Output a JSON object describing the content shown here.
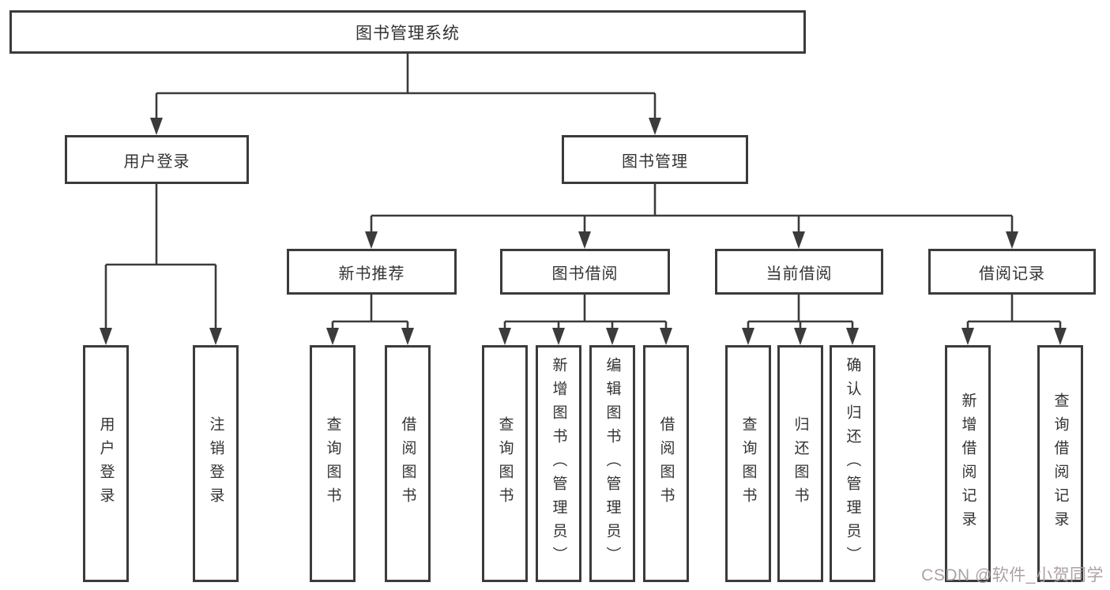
{
  "colors": {
    "line": "#3b3b3b",
    "box_border": "#3b3b3b",
    "text": "#333333",
    "watermark": "#a89d9d",
    "background": "#ffffff"
  },
  "watermark": "CSDN @软件_小贺同学",
  "diagram": {
    "root": {
      "label": "图书管理系统"
    },
    "level2": [
      {
        "label": "用户登录",
        "children": [
          {
            "label": "用户登录"
          },
          {
            "label": "注销登录"
          }
        ]
      },
      {
        "label": "图书管理",
        "children": [
          {
            "label": "新书推荐",
            "children": [
              {
                "label": "查询图书"
              },
              {
                "label": "借阅图书"
              }
            ]
          },
          {
            "label": "图书借阅",
            "children": [
              {
                "label": "查询图书"
              },
              {
                "label": "新增图书（管理员）"
              },
              {
                "label": "编辑图书（管理员）"
              },
              {
                "label": "借阅图书"
              }
            ]
          },
          {
            "label": "当前借阅",
            "children": [
              {
                "label": "查询图书"
              },
              {
                "label": "归还图书"
              },
              {
                "label": "确认归还（管理员）"
              }
            ]
          },
          {
            "label": "借阅记录",
            "children": [
              {
                "label": "新增借阅记录"
              },
              {
                "label": "查询借阅记录"
              }
            ]
          }
        ]
      }
    ]
  }
}
